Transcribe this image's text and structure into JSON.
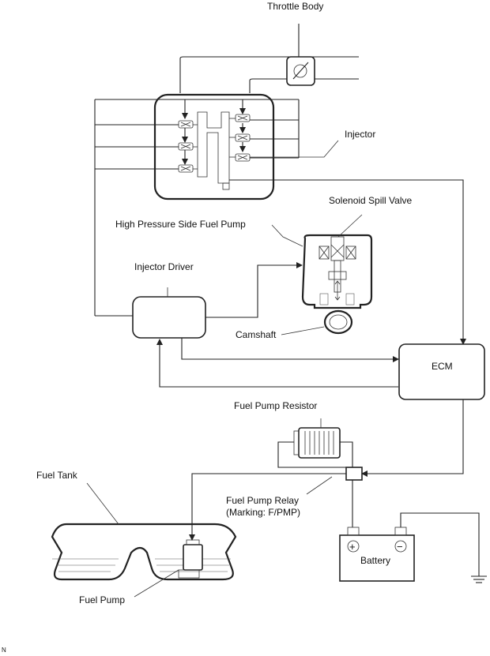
{
  "labels": {
    "throttle_body": "Throttle Body",
    "injector": "Injector",
    "solenoid_spill_valve": "Solenoid Spill Valve",
    "high_pressure_pump": "High Pressure Side Fuel Pump",
    "injector_driver": "Injector Driver",
    "camshaft": "Camshaft",
    "ecm": "ECM",
    "fuel_pump_resistor": "Fuel Pump Resistor",
    "fuel_tank": "Fuel Tank",
    "fuel_pump_relay_line1": "Fuel Pump Relay",
    "fuel_pump_relay_line2": "(Marking: F/PMP)",
    "battery": "Battery",
    "fuel_pump": "Fuel Pump",
    "corner_mark": "N"
  },
  "battery_terminals": {
    "positive": "+",
    "negative": "−"
  }
}
